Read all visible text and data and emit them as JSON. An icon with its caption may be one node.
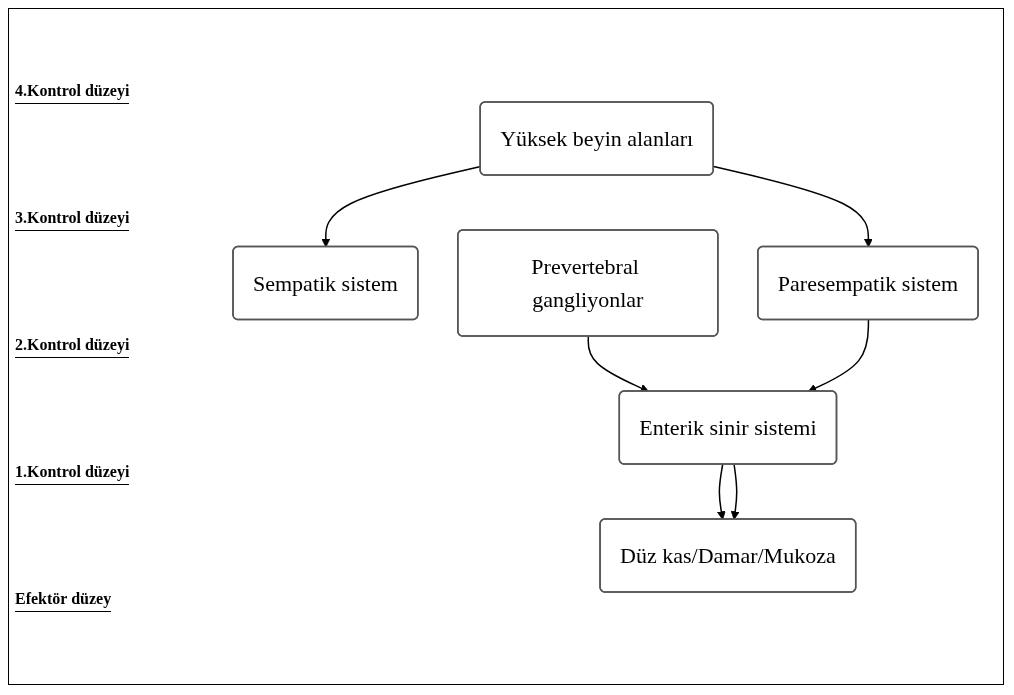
{
  "diagram": {
    "nodes": [
      {
        "text": [
          "Yüksek beyin alanları"
        ]
      },
      {
        "text": [
          "Sempatik sistem"
        ]
      },
      {
        "text": [
          "Paresempatik sistem"
        ]
      },
      {
        "text": [
          "Prevertebral gangliyonlar"
        ]
      },
      {
        "text": [
          "Enterik sinir sistemi"
        ]
      },
      {
        "text": [
          "Düz kas/Damar/Mukoza"
        ]
      }
    ],
    "edges": [
      {
        "from": 0,
        "to": 1,
        "arrow": "to"
      },
      {
        "from": 0,
        "to": 2,
        "arrow": "to"
      },
      {
        "from": 3,
        "to": 4,
        "arrow": "to"
      },
      {
        "from": 2,
        "to": 4,
        "arrow": "to"
      },
      {
        "from": 4,
        "to": 5,
        "arrow": "to"
      },
      {
        "from": 4,
        "to": 5,
        "arrow": "to"
      }
    ],
    "labels": [
      "4.Kontrol düzeyi",
      "3.Kontrol düzeyi",
      "2.Kontrol düzeyi",
      "1.Kontrol düzeyi",
      "Efektör düzey"
    ]
  }
}
